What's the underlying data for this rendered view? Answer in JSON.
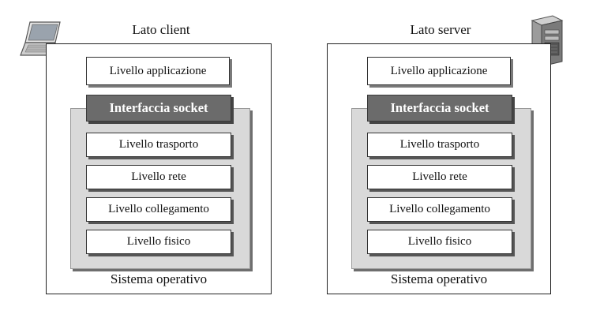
{
  "client": {
    "title": "Lato client",
    "app_layer": "Livello applicazione",
    "socket": "Interfaccia socket",
    "layers": [
      "Livello trasporto",
      "Livello rete",
      "Livello collegamento",
      "Livello fisico"
    ],
    "os": "Sistema operativo",
    "icon": "laptop-icon"
  },
  "server": {
    "title": "Lato server",
    "app_layer": "Livello applicazione",
    "socket": "Interfaccia socket",
    "layers": [
      "Livello trasporto",
      "Livello rete",
      "Livello collegamento",
      "Livello fisico"
    ],
    "os": "Sistema operativo",
    "icon": "server-icon"
  },
  "colors": {
    "socket_fill": "#6b6b6b",
    "os_fill": "#d9d9d9",
    "shadow": "#555555"
  }
}
